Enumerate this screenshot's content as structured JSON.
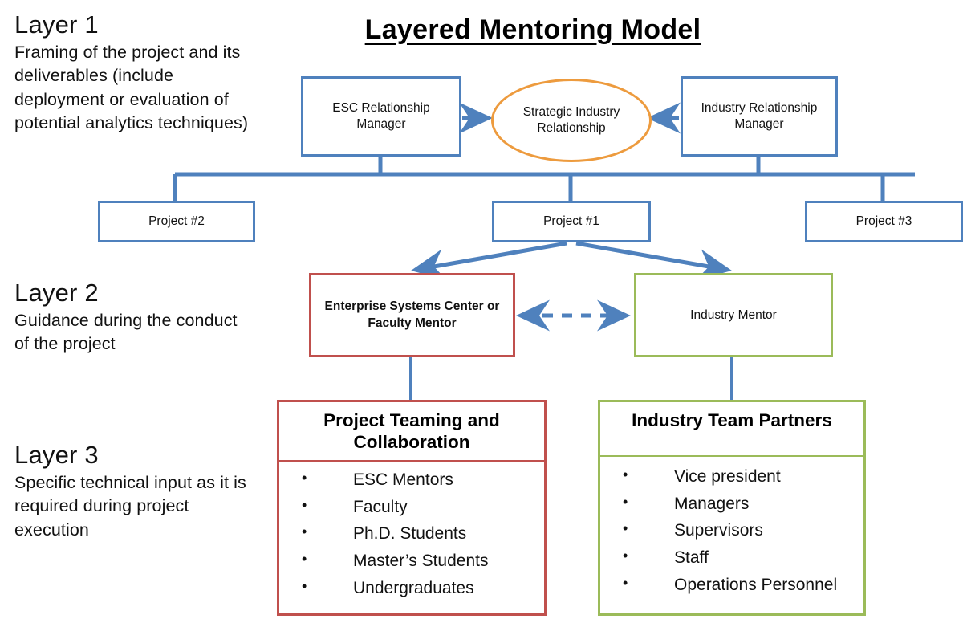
{
  "title": "Layered Mentoring Model",
  "colors": {
    "blue": "#4F81BD",
    "orange": "#ED9B3E",
    "red": "#C0504D",
    "green": "#9BBB59",
    "text": "#111111"
  },
  "layers": [
    {
      "title": "Layer 1",
      "description": "Framing of the project and its deliverables (include deployment or evaluation of potential analytics techniques)"
    },
    {
      "title": "Layer 2",
      "description": "Guidance during the conduct of the project"
    },
    {
      "title": "Layer 3",
      "description": "Specific technical input as it is required during project execution"
    }
  ],
  "nodes": {
    "esc_relationship_manager": "ESC Relationship Manager",
    "strategic_industry_relationship": "Strategic Industry Relationship",
    "industry_relationship_manager": "Industry Relationship Manager",
    "project_1": "Project #1",
    "project_2": "Project #2",
    "project_3": "Project #3",
    "esc_or_faculty_mentor": "Enterprise Systems Center or Faculty Mentor",
    "industry_mentor": "Industry Mentor"
  },
  "panels": {
    "project_teaming": {
      "header": "Project Teaming and Collaboration",
      "items": [
        "ESC Mentors",
        "Faculty",
        "Ph.D. Students",
        "Master’s Students",
        "Undergraduates"
      ]
    },
    "industry_partners": {
      "header": "Industry Team Partners",
      "items": [
        "Vice president",
        "Managers",
        "Supervisors",
        "Staff",
        "Operations Personnel"
      ]
    }
  }
}
